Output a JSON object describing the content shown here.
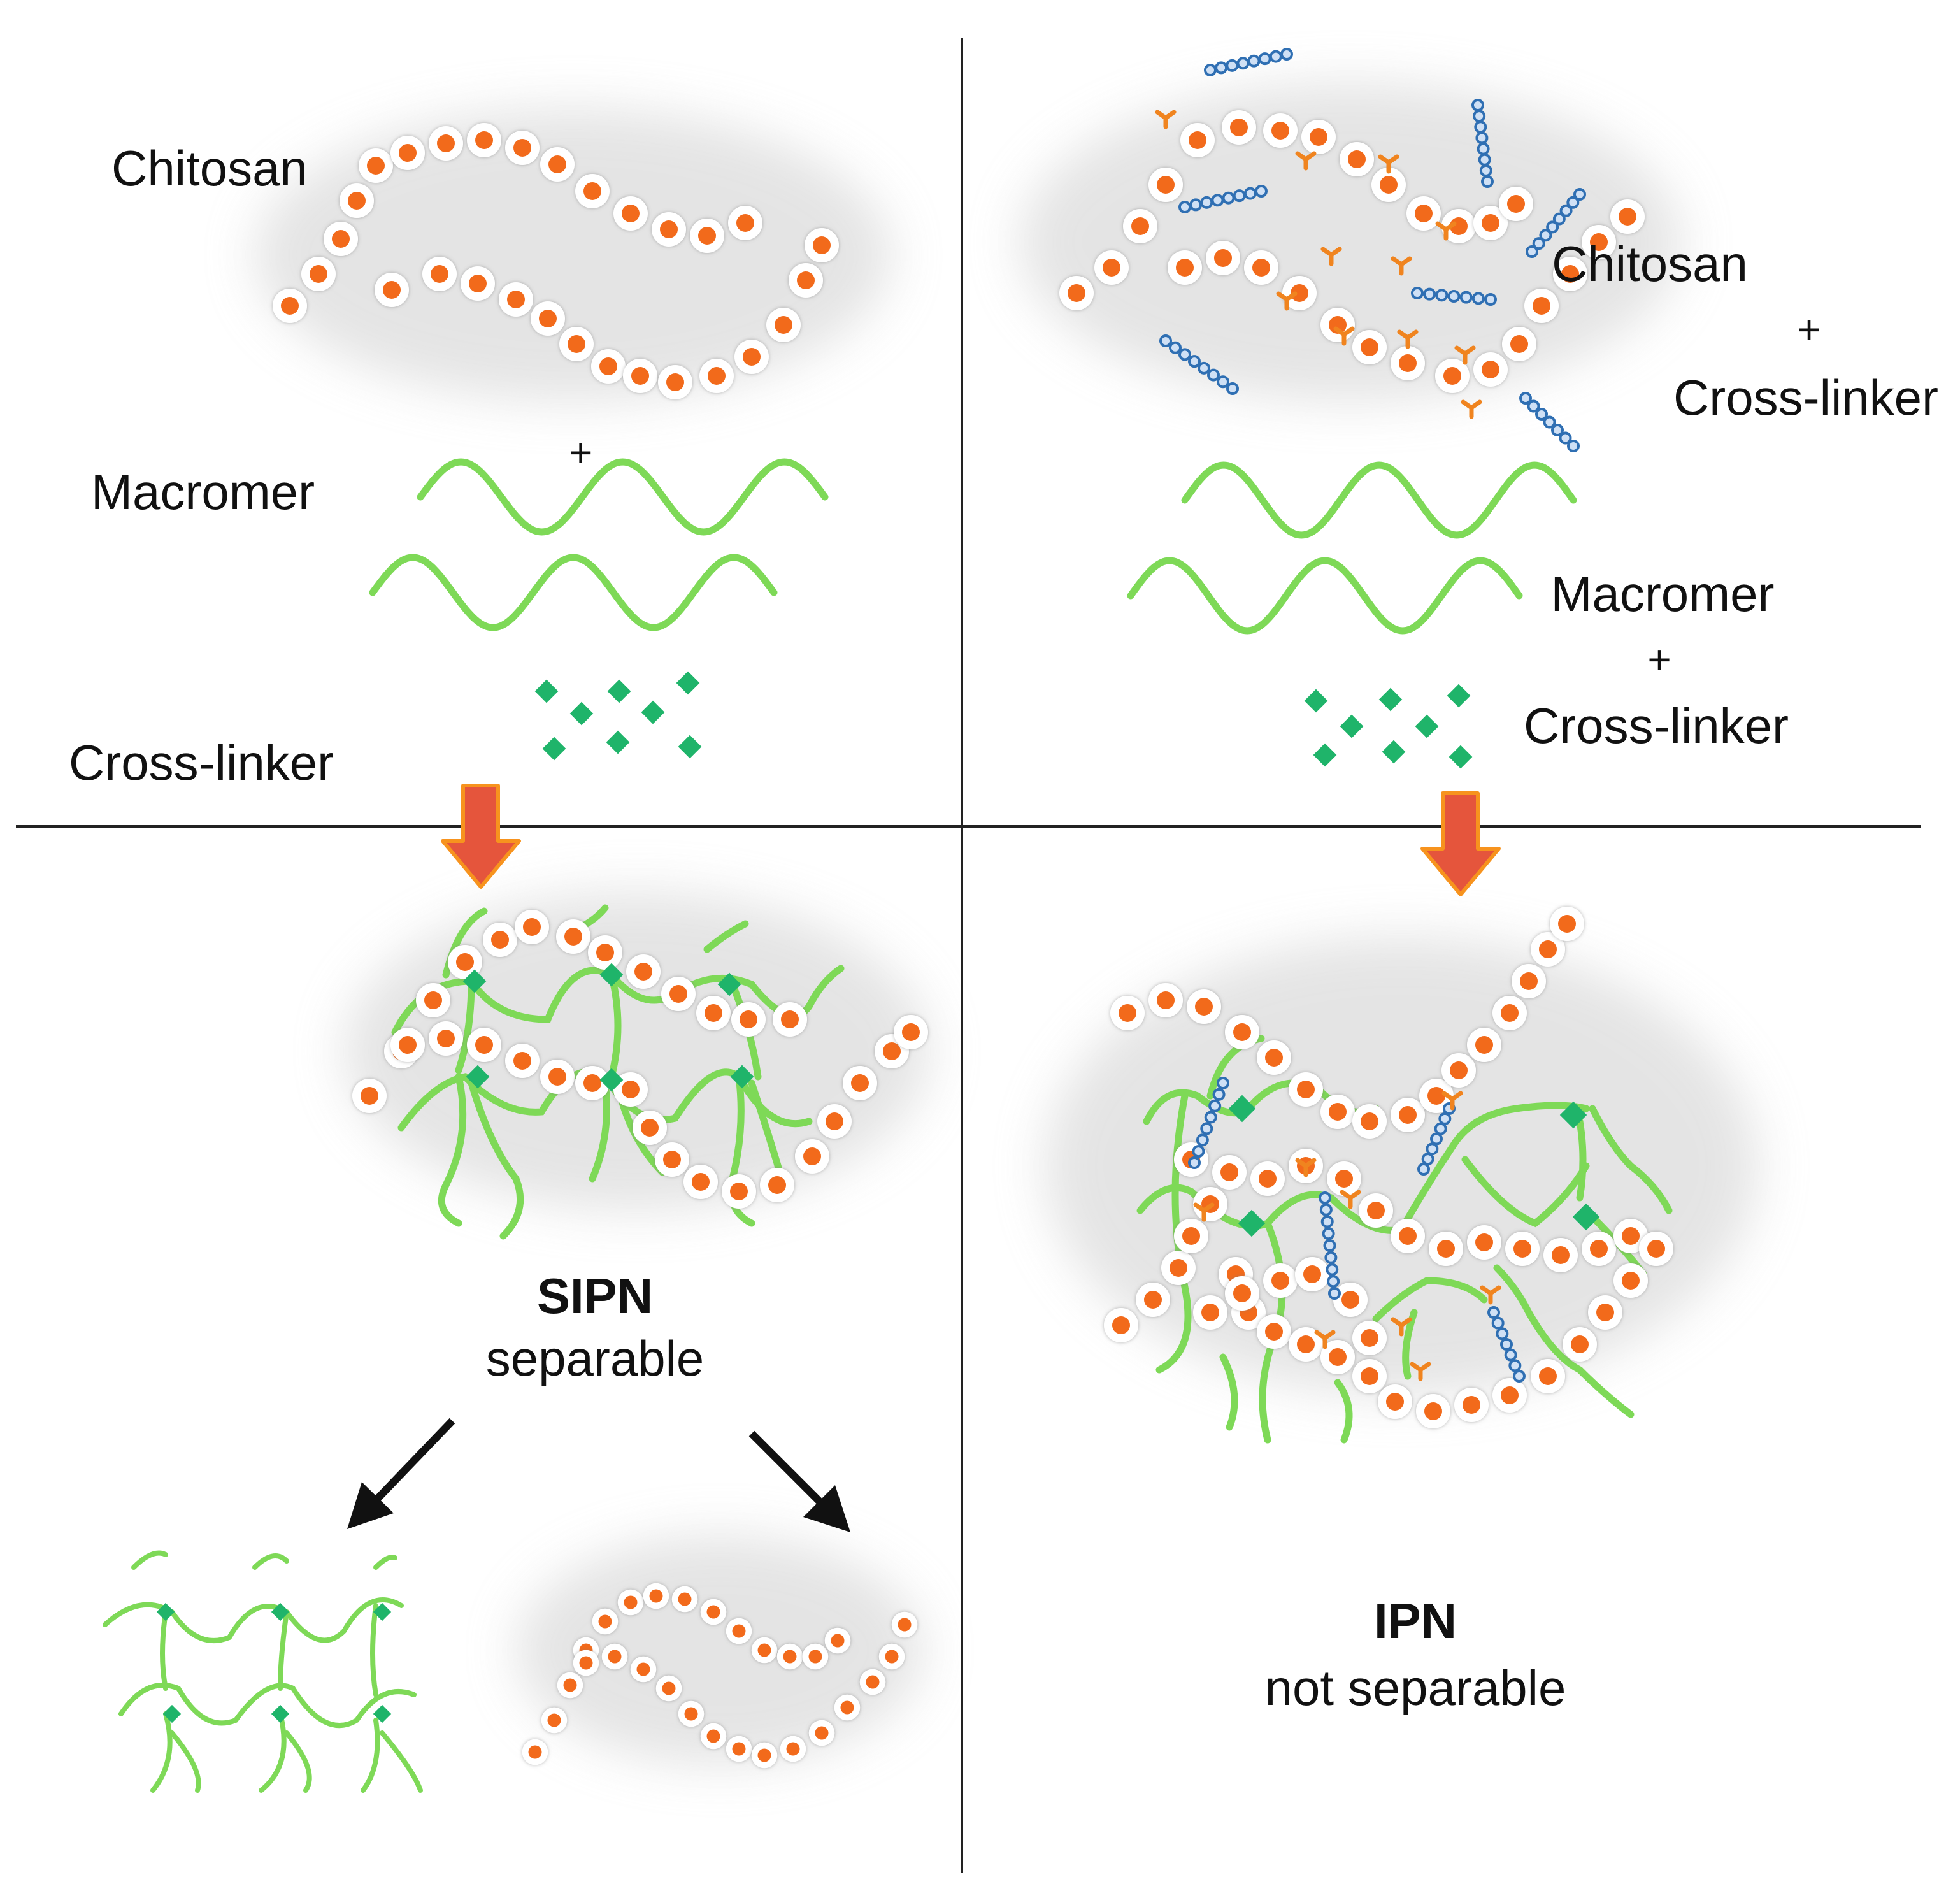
{
  "top_left": {
    "chitosan_label": "Chitosan",
    "plus": "+",
    "macromer_label": "Macromer",
    "crosslinker_label": "Cross-linker"
  },
  "top_right": {
    "chitosan_label": "Chitosan",
    "plus1": "+",
    "crosslinker1_label": "Cross-linker",
    "macromer_label": "Macromer",
    "plus2": "+",
    "crosslinker2_label": "Cross-linker"
  },
  "bottom_left": {
    "title": "SIPN",
    "subtitle": "separable"
  },
  "bottom_right": {
    "title": "IPN",
    "subtitle": "not separable"
  },
  "colors": {
    "chitosan_bead": "#f26a1b",
    "macromer_chain": "#7ed957",
    "macromer_crosslinker": "#1fb46a",
    "chitosan_crosslinker": "#2f6fb3",
    "chitosan_linker_tip": "#f0841f",
    "reaction_arrow": "#e5553c",
    "separation_arrow": "#111111"
  }
}
